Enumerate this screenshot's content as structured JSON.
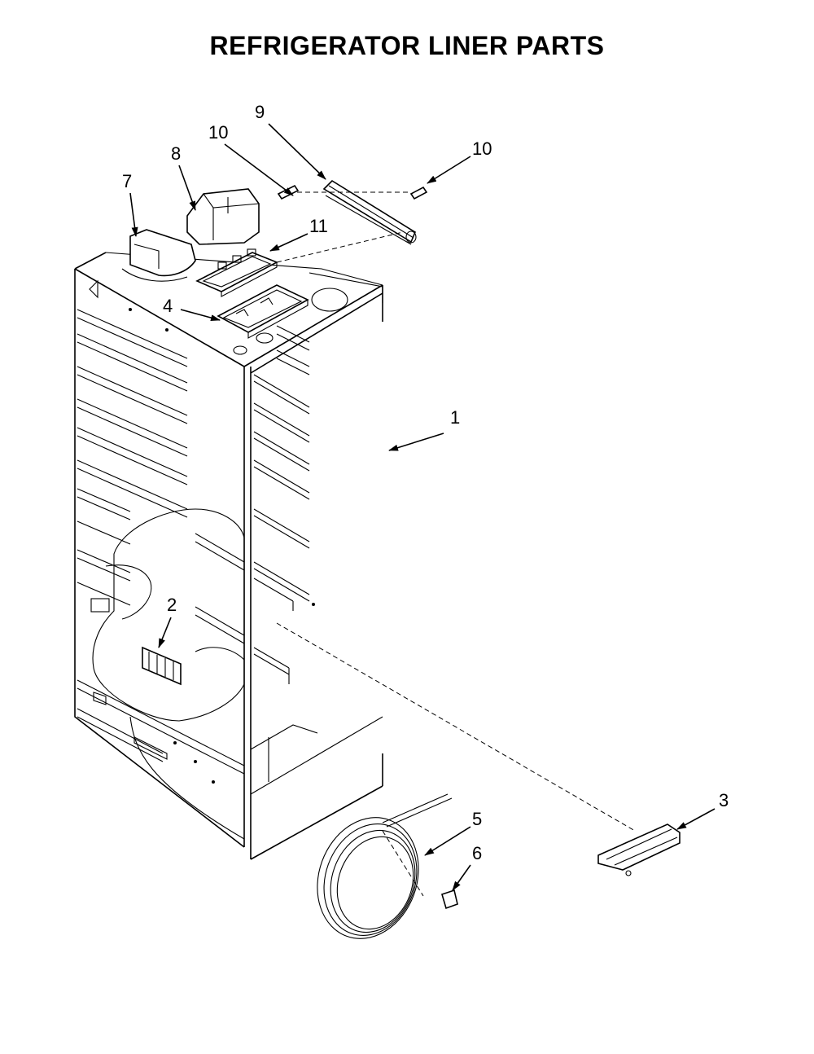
{
  "title": "REFRIGERATOR LINER PARTS",
  "callouts": [
    {
      "id": "c1",
      "label": "1"
    },
    {
      "id": "c2",
      "label": "2"
    },
    {
      "id": "c3",
      "label": "3"
    },
    {
      "id": "c4",
      "label": "4"
    },
    {
      "id": "c5",
      "label": "5"
    },
    {
      "id": "c6",
      "label": "6"
    },
    {
      "id": "c7",
      "label": "7"
    },
    {
      "id": "c8",
      "label": "8"
    },
    {
      "id": "c9",
      "label": "9"
    },
    {
      "id": "c10a",
      "label": "10"
    },
    {
      "id": "c10b",
      "label": "10"
    },
    {
      "id": "c11",
      "label": "11"
    }
  ]
}
